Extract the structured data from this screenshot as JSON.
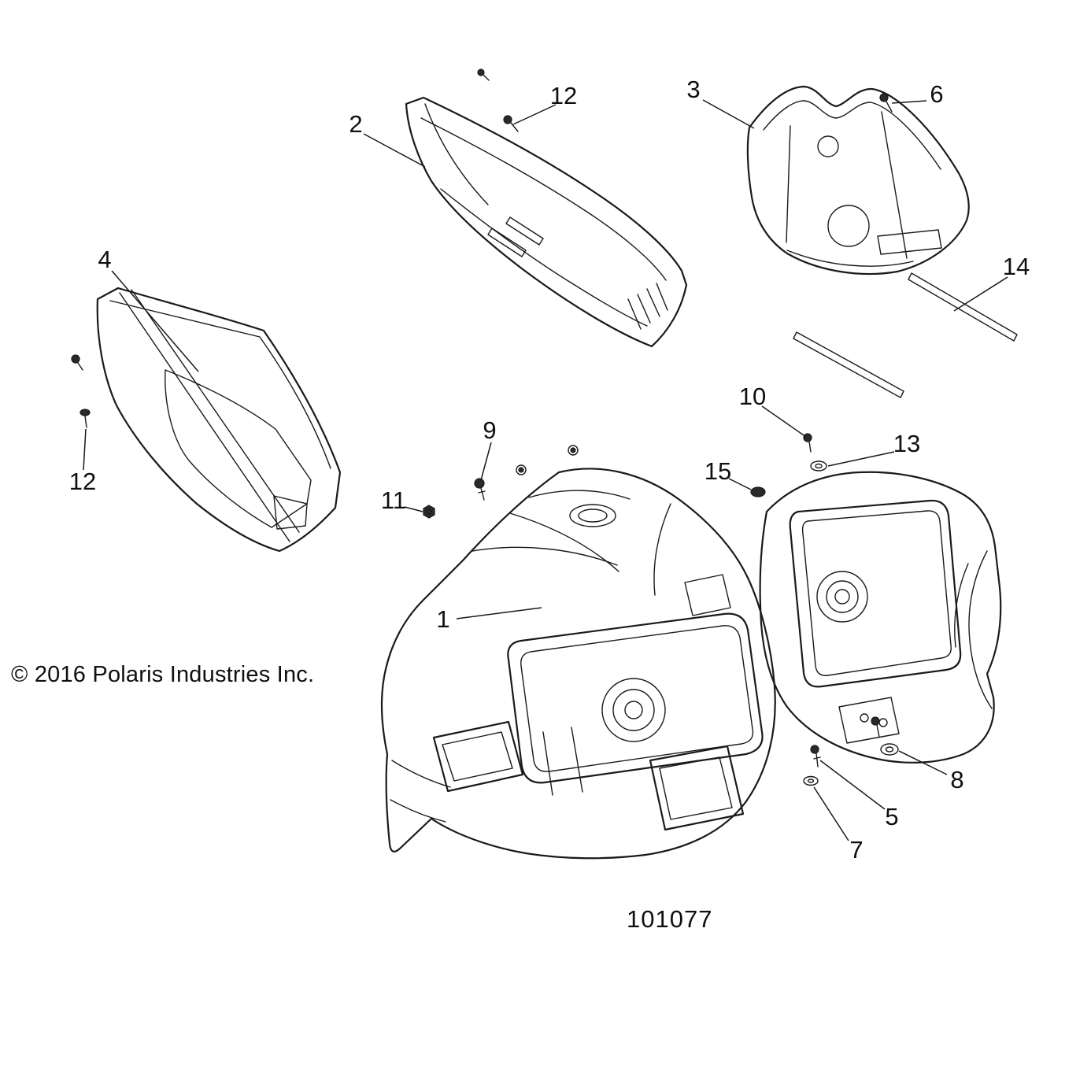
{
  "diagram": {
    "copyright": "© 2016 Polaris Industries Inc.",
    "figure_number": "101077",
    "callouts": [
      "12",
      "2",
      "3",
      "6",
      "14",
      "4",
      "12",
      "10",
      "13",
      "9",
      "15",
      "11",
      "1",
      "8",
      "5",
      "7"
    ]
  }
}
